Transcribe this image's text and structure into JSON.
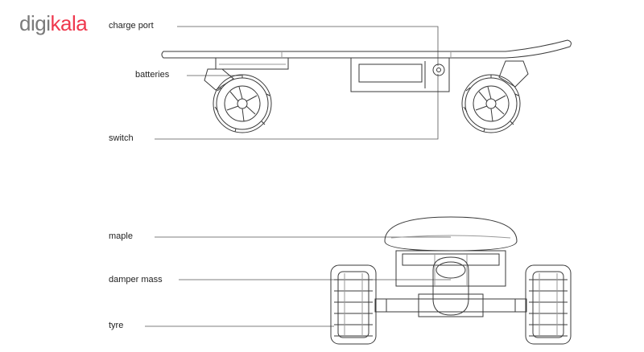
{
  "brand": {
    "part1": "digi",
    "part2": "kala",
    "accent": "#ef394e",
    "gray": "#7a7a7a"
  },
  "labels": {
    "charge_port": "charge port",
    "batteries": "batteries",
    "switch": "switch",
    "maple": "maple",
    "damper_mass": "damper mass",
    "tyre": "tyre"
  }
}
